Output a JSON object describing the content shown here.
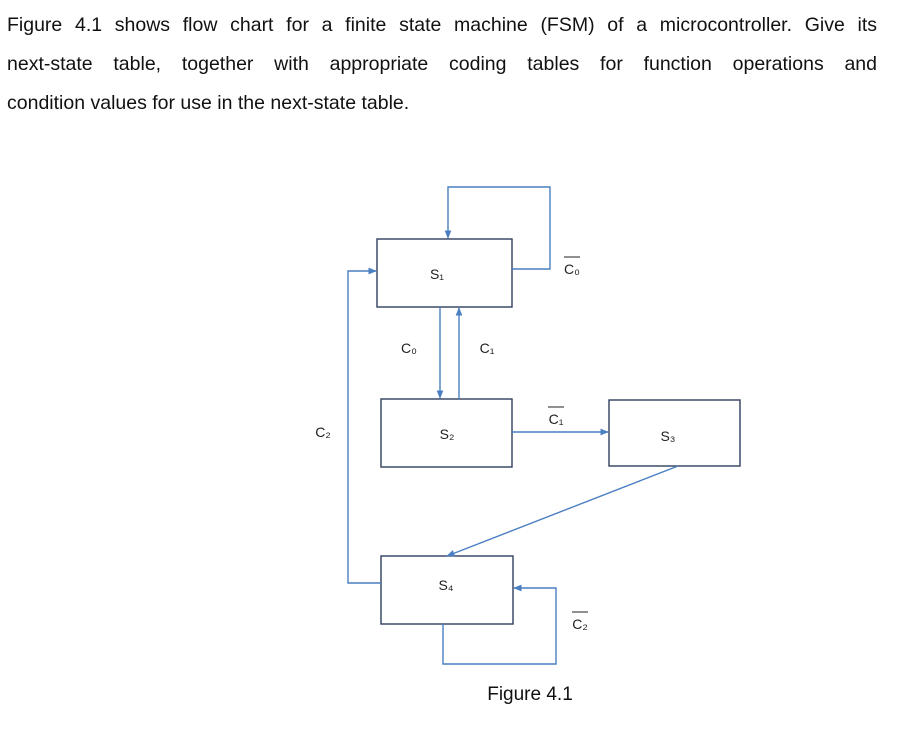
{
  "question": {
    "line1": "Figure 4.1 shows flow chart for a finite state machine (FSM) of a microcontroller. Give its",
    "line2": "next-state table, together with appropriate coding tables for function operations and",
    "line3": "condition values for use in the next-state table."
  },
  "figure": {
    "caption": "Figure 4.1",
    "states": {
      "s1": "S₁",
      "s2": "S₂",
      "s3": "S₃",
      "s4": "S₄"
    },
    "conditions": {
      "s1_self": "C₀",
      "s1_to_s2": "C₀",
      "s2_to_s1": "C₁",
      "s2_to_s3": "C₁",
      "s4_to_s1": "C₂",
      "s4_self": "C₂"
    },
    "colors": {
      "line": "#4a7fc1",
      "box": "#2f3f5f"
    }
  }
}
